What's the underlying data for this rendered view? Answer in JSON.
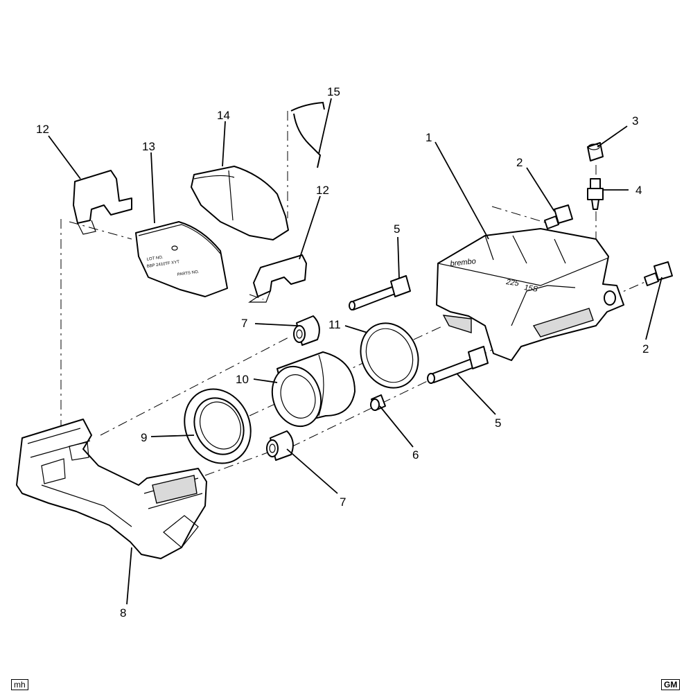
{
  "callouts": [
    {
      "id": "1",
      "text": "1"
    },
    {
      "id": "2a",
      "text": "2"
    },
    {
      "id": "2b",
      "text": "2"
    },
    {
      "id": "3",
      "text": "3"
    },
    {
      "id": "4",
      "text": "4"
    },
    {
      "id": "5a",
      "text": "5"
    },
    {
      "id": "5b",
      "text": "5"
    },
    {
      "id": "6",
      "text": "6"
    },
    {
      "id": "7a",
      "text": "7"
    },
    {
      "id": "7b",
      "text": "7"
    },
    {
      "id": "8",
      "text": "8"
    },
    {
      "id": "9",
      "text": "9"
    },
    {
      "id": "10",
      "text": "10"
    },
    {
      "id": "11",
      "text": "11"
    },
    {
      "id": "12a",
      "text": "12"
    },
    {
      "id": "12b",
      "text": "12"
    },
    {
      "id": "13",
      "text": "13"
    },
    {
      "id": "14",
      "text": "14"
    },
    {
      "id": "15",
      "text": "15"
    }
  ],
  "caliper_stamps": {
    "brand": "brembo",
    "size_a": "225",
    "size_b": "15S"
  },
  "pad_stamps": {
    "lot": "LOT NO.",
    "code": "BBP 2410TF XYT",
    "part": "PARTS NO."
  },
  "corner_marks": {
    "left": "mh",
    "right": "GM"
  }
}
